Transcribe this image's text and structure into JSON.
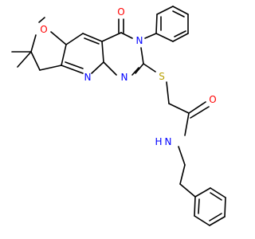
{
  "molecule": {
    "colors": {
      "bond": "#000000",
      "oxygen": "#ff0000",
      "nitrogen": "#0000ff",
      "sulfur": "#b8a000"
    },
    "labels": {
      "ring_oxygen": "O",
      "carbonyl_oxygen_top": "O",
      "carbonyl_oxygen_amide": "O",
      "nitrogen_pyridine": "N",
      "nitrogen_pyrimidine_lower": "N",
      "nitrogen_pyrimidine_upper": "N",
      "sulfur": "S",
      "amide_nitrogen": "N",
      "amide_hydrogen": "H"
    }
  }
}
